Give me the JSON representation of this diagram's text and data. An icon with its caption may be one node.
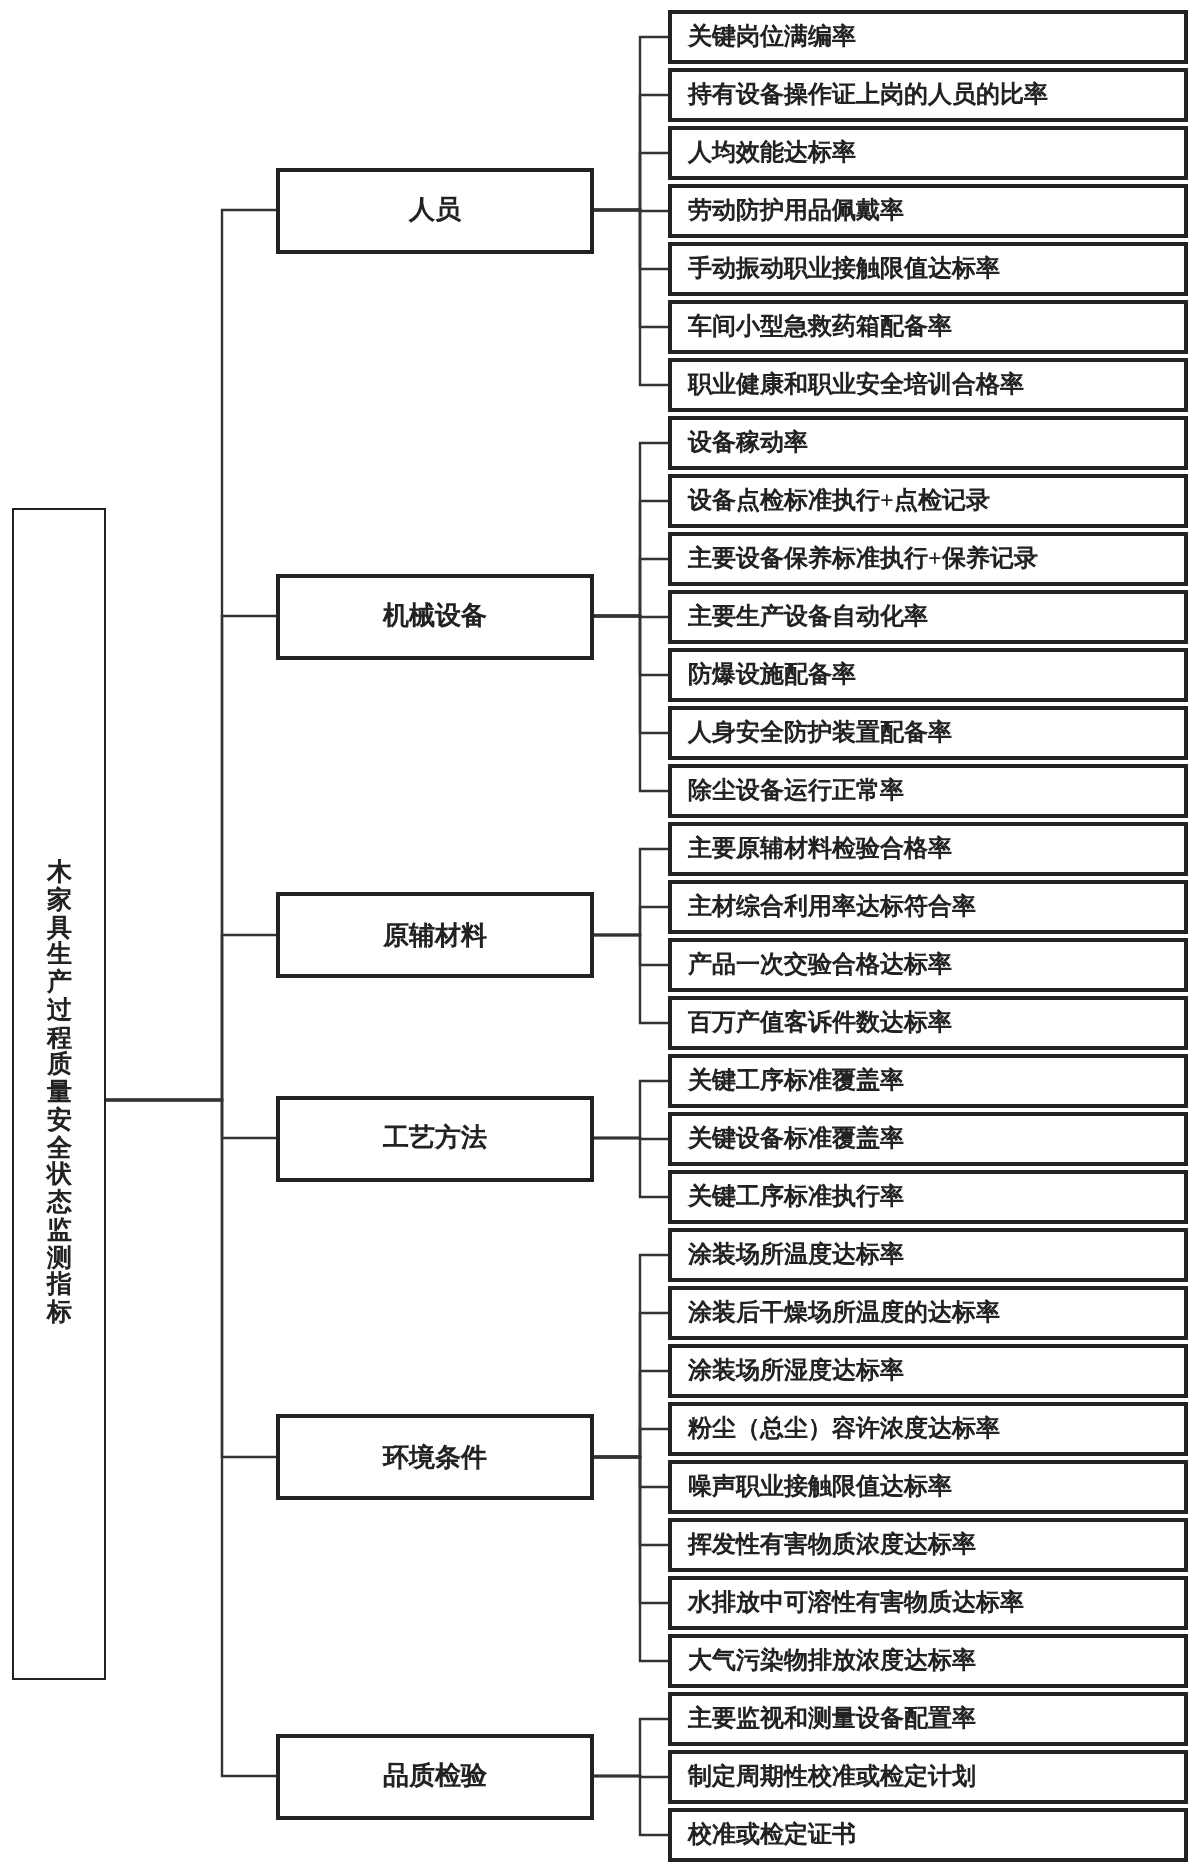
{
  "diagram": {
    "nodes": [
      {
        "text": [
          "木家具生产过程质量安全状态监测指标"
        ]
      },
      {
        "text": [
          "人员"
        ]
      },
      {
        "text": [
          "关键岗位满编率"
        ]
      },
      {
        "text": [
          "持有设备操作证上岗的人员的比率"
        ]
      },
      {
        "text": [
          "人均效能达标率"
        ]
      },
      {
        "text": [
          "劳动防护用品佩戴率"
        ]
      },
      {
        "text": [
          "手动振动职业接触限值达标率"
        ]
      },
      {
        "text": [
          "车间小型急救药箱配备率"
        ]
      },
      {
        "text": [
          "职业健康和职业安全培训合格率"
        ]
      },
      {
        "text": [
          "机械设备"
        ]
      },
      {
        "text": [
          "设备稼动率"
        ]
      },
      {
        "text": [
          "设备点检标准执行+点检记录"
        ]
      },
      {
        "text": [
          "主要设备保养标准执行+保养记录"
        ]
      },
      {
        "text": [
          "主要生产设备自动化率"
        ]
      },
      {
        "text": [
          "防爆设施配备率"
        ]
      },
      {
        "text": [
          "人身安全防护装置配备率"
        ]
      },
      {
        "text": [
          "除尘设备运行正常率"
        ]
      },
      {
        "text": [
          "原辅材料"
        ]
      },
      {
        "text": [
          "主要原辅材料检验合格率"
        ]
      },
      {
        "text": [
          "主材综合利用率达标符合率"
        ]
      },
      {
        "text": [
          "产品一次交验合格达标率"
        ]
      },
      {
        "text": [
          "百万产值客诉件数达标率"
        ]
      },
      {
        "text": [
          "工艺方法"
        ]
      },
      {
        "text": [
          "关键工序标准覆盖率"
        ]
      },
      {
        "text": [
          "关键设备标准覆盖率"
        ]
      },
      {
        "text": [
          "关键工序标准执行率"
        ]
      },
      {
        "text": [
          "环境条件"
        ]
      },
      {
        "text": [
          "涂装场所温度达标率"
        ]
      },
      {
        "text": [
          "涂装后干燥场所温度的达标率"
        ]
      },
      {
        "text": [
          "涂装场所湿度达标率"
        ]
      },
      {
        "text": [
          "粉尘（总尘）容许浓度达标率"
        ]
      },
      {
        "text": [
          "噪声职业接触限值达标率"
        ]
      },
      {
        "text": [
          "挥发性有害物质浓度达标率"
        ]
      },
      {
        "text": [
          "水排放中可溶性有害物质达标率"
        ]
      },
      {
        "text": [
          "大气污染物排放浓度达标率"
        ]
      },
      {
        "text": [
          "品质检验"
        ]
      },
      {
        "text": [
          "主要监视和测量设备配置率"
        ]
      },
      {
        "text": [
          "制定周期性校准或检定计划"
        ]
      },
      {
        "text": [
          "校准或检定证书"
        ]
      }
    ],
    "edges": [
      {
        "from": 0,
        "to": 1,
        "arrow": "none"
      },
      {
        "from": 0,
        "to": 9,
        "arrow": "none"
      },
      {
        "from": 0,
        "to": 17,
        "arrow": "none"
      },
      {
        "from": 0,
        "to": 22,
        "arrow": "none"
      },
      {
        "from": 0,
        "to": 26,
        "arrow": "none"
      },
      {
        "from": 0,
        "to": 35,
        "arrow": "none"
      },
      {
        "from": 1,
        "to": 2,
        "arrow": "none"
      },
      {
        "from": 1,
        "to": 3,
        "arrow": "none"
      },
      {
        "from": 1,
        "to": 4,
        "arrow": "none"
      },
      {
        "from": 1,
        "to": 5,
        "arrow": "none"
      },
      {
        "from": 1,
        "to": 6,
        "arrow": "none"
      },
      {
        "from": 1,
        "to": 7,
        "arrow": "none"
      },
      {
        "from": 1,
        "to": 8,
        "arrow": "none"
      },
      {
        "from": 9,
        "to": 10,
        "arrow": "none"
      },
      {
        "from": 9,
        "to": 11,
        "arrow": "none"
      },
      {
        "from": 9,
        "to": 12,
        "arrow": "none"
      },
      {
        "from": 9,
        "to": 13,
        "arrow": "none"
      },
      {
        "from": 9,
        "to": 14,
        "arrow": "none"
      },
      {
        "from": 9,
        "to": 15,
        "arrow": "none"
      },
      {
        "from": 9,
        "to": 16,
        "arrow": "none"
      },
      {
        "from": 17,
        "to": 18,
        "arrow": "none"
      },
      {
        "from": 17,
        "to": 19,
        "arrow": "none"
      },
      {
        "from": 17,
        "to": 20,
        "arrow": "none"
      },
      {
        "from": 17,
        "to": 21,
        "arrow": "none"
      },
      {
        "from": 22,
        "to": 23,
        "arrow": "none"
      },
      {
        "from": 22,
        "to": 24,
        "arrow": "none"
      },
      {
        "from": 22,
        "to": 25,
        "arrow": "none"
      },
      {
        "from": 26,
        "to": 27,
        "arrow": "none"
      },
      {
        "from": 26,
        "to": 28,
        "arrow": "none"
      },
      {
        "from": 26,
        "to": 29,
        "arrow": "none"
      },
      {
        "from": 26,
        "to": 30,
        "arrow": "none"
      },
      {
        "from": 26,
        "to": 31,
        "arrow": "none"
      },
      {
        "from": 26,
        "to": 32,
        "arrow": "none"
      },
      {
        "from": 26,
        "to": 33,
        "arrow": "none"
      },
      {
        "from": 26,
        "to": 34,
        "arrow": "none"
      },
      {
        "from": 35,
        "to": 36,
        "arrow": "none"
      },
      {
        "from": 35,
        "to": 37,
        "arrow": "none"
      },
      {
        "from": 35,
        "to": 38,
        "arrow": "none"
      }
    ]
  }
}
